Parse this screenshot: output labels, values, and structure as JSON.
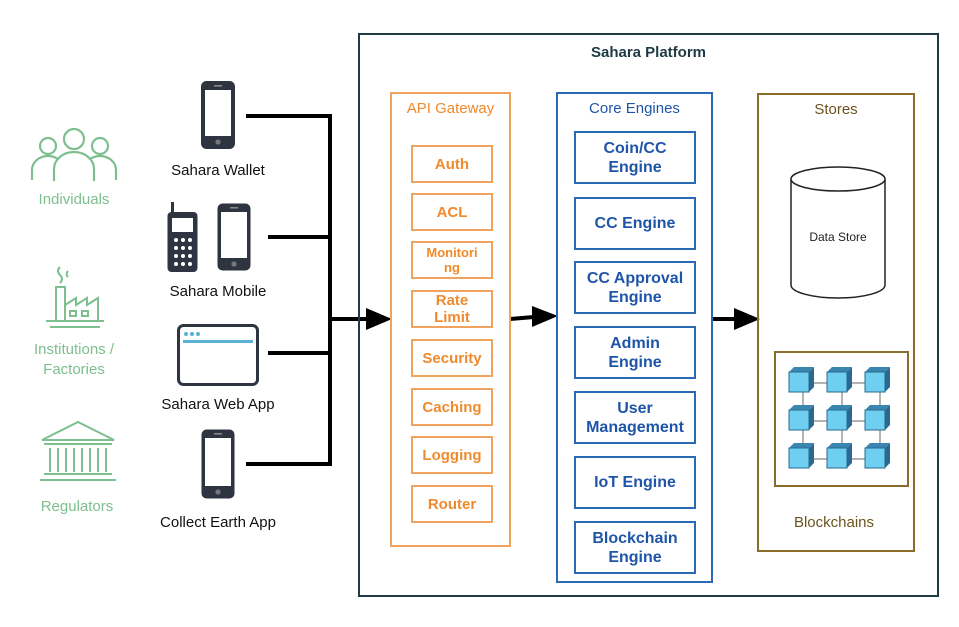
{
  "actors": [
    {
      "id": "individuals",
      "label": "Individuals",
      "icon": "people-icon"
    },
    {
      "id": "institutions",
      "label": "Institutions /\nFactories",
      "icon": "factory-icon"
    },
    {
      "id": "regulators",
      "label": "Regulators",
      "icon": "government-building-icon"
    }
  ],
  "clients": [
    {
      "id": "wallet",
      "label": "Sahara Wallet",
      "icon": "smartphone-icon"
    },
    {
      "id": "mobile",
      "label": "Sahara Mobile",
      "icon": "feature-phone-icon"
    },
    {
      "id": "webapp",
      "label": "Sahara Web App",
      "icon": "browser-window-icon"
    },
    {
      "id": "collect",
      "label": "Collect Earth App",
      "icon": "smartphone-icon"
    }
  ],
  "platform": {
    "title": "Sahara Platform",
    "api_gateway": {
      "title": "API Gateway",
      "items": [
        "Auth",
        "ACL",
        "Monitori\nng",
        "Rate\nLimit",
        "Security",
        "Caching",
        "Logging",
        "Router"
      ]
    },
    "core_engines": {
      "title": "Core Engines",
      "items": [
        "Coin/CC\nEngine",
        "CC Engine",
        "CC Approval\nEngine",
        "Admin\nEngine",
        "User\nManagement",
        "IoT Engine",
        "Blockchain\nEngine"
      ]
    },
    "stores": {
      "title": "Stores",
      "data_store": "Data Store",
      "blockchains": "Blockchains"
    }
  },
  "colors": {
    "actor_green": "#7dbf8e",
    "gateway_orange": "#f08a2c",
    "engine_blue": "#1f55a8",
    "stores_brown": "#8a6d2e",
    "platform_border": "#1e3a44",
    "block_fill": "#6fcff0"
  }
}
